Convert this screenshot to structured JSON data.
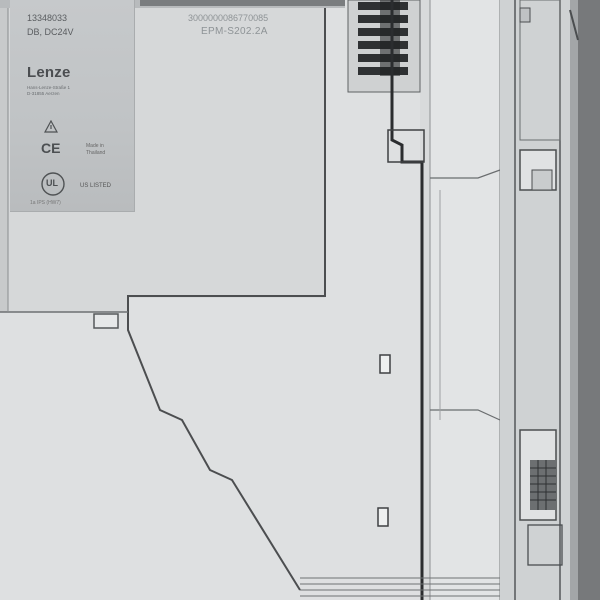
{
  "label": {
    "part_number": "13348033",
    "supply": "DB, DC24V",
    "brand": "Lenze",
    "address_line1": "Hans-Lenze-Straße 1",
    "address_line2": "D-31855 Aerzen",
    "made_line1": "Made in",
    "made_line2": "Thailand",
    "ce_mark": "CE",
    "ul_mark": "UL",
    "ul_text": "US LISTED",
    "bottom_code": "1a IPS (HW7)"
  },
  "module": {
    "serial": "3000000086770085",
    "model": "EPM-S202.2A"
  },
  "colors": {
    "housing": "#dcdedf",
    "shadow": "#c9cccd",
    "label": "#c3c6c8",
    "outline": "#4a4c4e"
  }
}
